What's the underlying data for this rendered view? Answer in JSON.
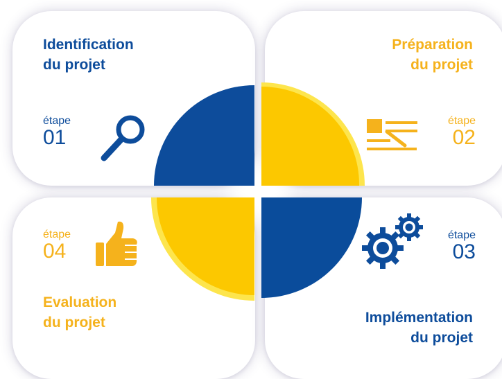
{
  "steps": [
    {
      "id": 1,
      "title_line1": "Identification",
      "title_line2": "du projet",
      "label": "étape",
      "number": "01",
      "color": "#0d4c9b",
      "icon": "search-icon"
    },
    {
      "id": 2,
      "title_line1": "Préparation",
      "title_line2": "du projet",
      "label": "étape",
      "number": "02",
      "color": "#f5b21c",
      "icon": "document-edit-icon"
    },
    {
      "id": 3,
      "title_line1": "Implémentation",
      "title_line2": "du projet",
      "label": "étape",
      "number": "03",
      "color": "#0d4c9b",
      "icon": "gears-icon"
    },
    {
      "id": 4,
      "title_line1": "Evaluation",
      "title_line2": "du projet",
      "label": "étape",
      "number": "04",
      "color": "#f5b21c",
      "icon": "thumbs-up-icon"
    }
  ],
  "colors": {
    "blue": "#0d4c9b",
    "blue_dark": "#0a3f86",
    "yellow": "#fcc800",
    "yellow_light": "#fde54d",
    "icon_yellow": "#f5b21c"
  }
}
